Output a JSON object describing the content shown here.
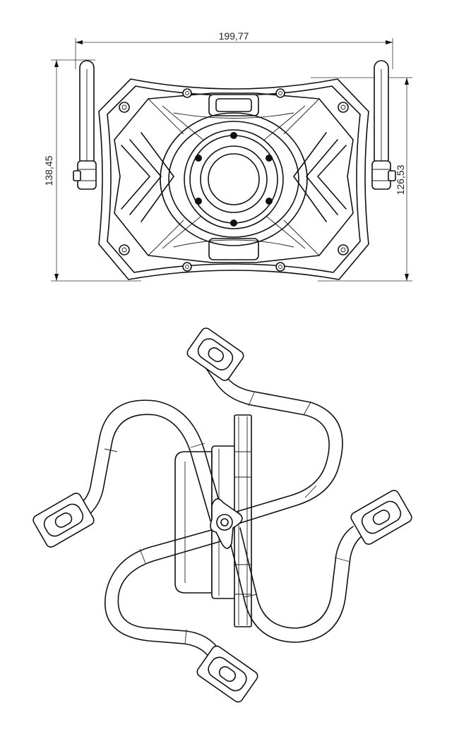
{
  "dimensions": {
    "overall_width": "199,77",
    "overall_height": "138,45",
    "body_height": "126,53"
  }
}
